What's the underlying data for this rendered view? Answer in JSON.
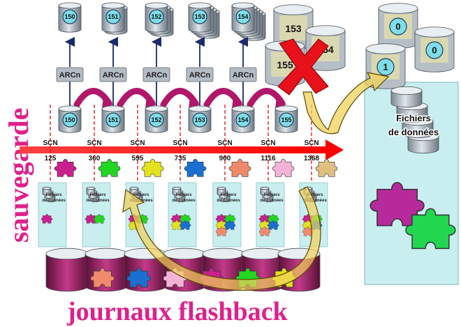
{
  "labels": {
    "sauvegarde": "sauvegarde",
    "journaux": "journaux flashback",
    "scn": "SCN",
    "arcn": "ARCn",
    "fichiers_line1": "Fichiers",
    "fichiers_line2": "de données",
    "small_df_line1": "Fichiers",
    "small_df_line2": "de données"
  },
  "archives": [
    "150",
    "151",
    "152",
    "153",
    "154"
  ],
  "redo": [
    "150",
    "151",
    "152",
    "153",
    "154",
    "155"
  ],
  "scn_values": [
    "125",
    "360",
    "595",
    "735",
    "900",
    "1116",
    "1368"
  ],
  "lost_logs": [
    "153",
    "154",
    "155"
  ],
  "new_logs": [
    "0",
    "0",
    "1"
  ],
  "colors": {
    "pink": "#e0208a",
    "arrow_red": "#ff1a1a",
    "panel": "#c8eef0",
    "cross": "#e8101a",
    "cyl_teal": "#7fdde8",
    "cyl_grey": "#a9b4bf",
    "flash_cyl": "#8e1a58"
  }
}
